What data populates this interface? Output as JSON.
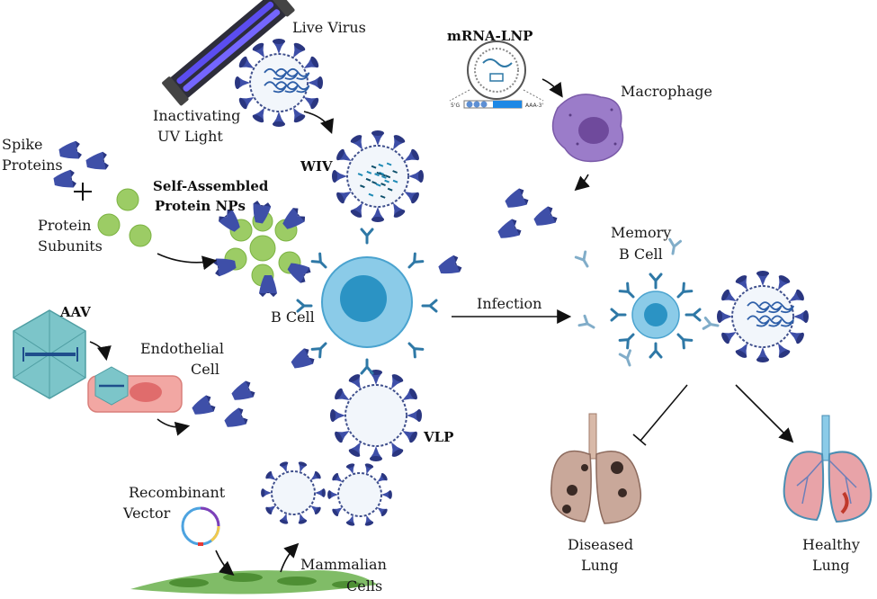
{
  "labels": {
    "live_virus": "Live Virus",
    "inactivating_line1": "Inactivating",
    "inactivating_line2": "UV Light",
    "mrna_lnp": "mRNA-LNP",
    "macrophage": "Macrophage",
    "spike_line1": "Spike",
    "spike_line2": "Proteins",
    "plus": "+",
    "protein_line1": "Protein",
    "protein_line2": "Subunits",
    "wiv": "WIV",
    "self_assembled_line1": "Self-Assembled",
    "self_assembled_line2": "Protein NPs",
    "memory_line1": "Memory",
    "memory_line2": "B Cell",
    "aav": "AAV",
    "b_cell": "B Cell",
    "infection": "Infection",
    "endothelial_line1": "Endothelial",
    "endothelial_line2": "Cell",
    "vlp": "VLP",
    "recombinant_line1": "Recombinant",
    "recombinant_line2": "Vector",
    "mammalian_line1": "Mammalian",
    "mammalian_line2": "Cells",
    "diseased_line1": "Diseased",
    "diseased_line2": "Lung",
    "healthy_line1": "Healthy",
    "healthy_line2": "Lung",
    "mrna_5prime": "5'G",
    "mrna_3prime": "AAA-3'"
  },
  "colors": {
    "virus_fill": "#f2f6fb",
    "virus_outline": "#3f4f8c",
    "spike": "#3e4fa8",
    "spike_tip": "#2a3680",
    "bcell_outer": "#7ec6e6",
    "bcell_nucleus": "#2b93c4",
    "protein_np": "#9ccc65",
    "aav": "#7cc5c9",
    "endothelial": "#f2a7a3",
    "macrophage": "#9b7cc9",
    "lung_diseased": "#c9a89a",
    "lung_healthy": "#e8a3a8",
    "plant_cells": "#6ab04c"
  }
}
